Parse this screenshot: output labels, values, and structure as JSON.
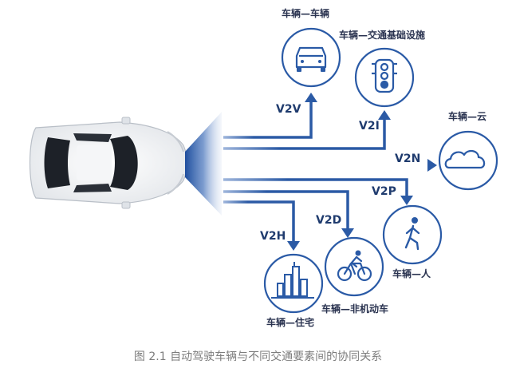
{
  "nodes": {
    "v2v": "车辆—车辆",
    "v2i": "车辆—交通基础设施",
    "v2n": "车辆—云",
    "v2p": "车辆—人",
    "v2d": "车辆—非机动车",
    "v2h": "车辆—住宅"
  },
  "links": {
    "v2v": "V2V",
    "v2i": "V2I",
    "v2n": "V2N",
    "v2p": "V2P",
    "v2d": "V2D",
    "v2h": "V2H"
  },
  "caption": "图 2.1 自动驾驶车辆与不同交通要素间的协同关系",
  "colors": {
    "accent": "#2a5aa6",
    "arrow": "#2b5aa5",
    "text": "#2a3350",
    "caption": "#7d7d7d"
  }
}
